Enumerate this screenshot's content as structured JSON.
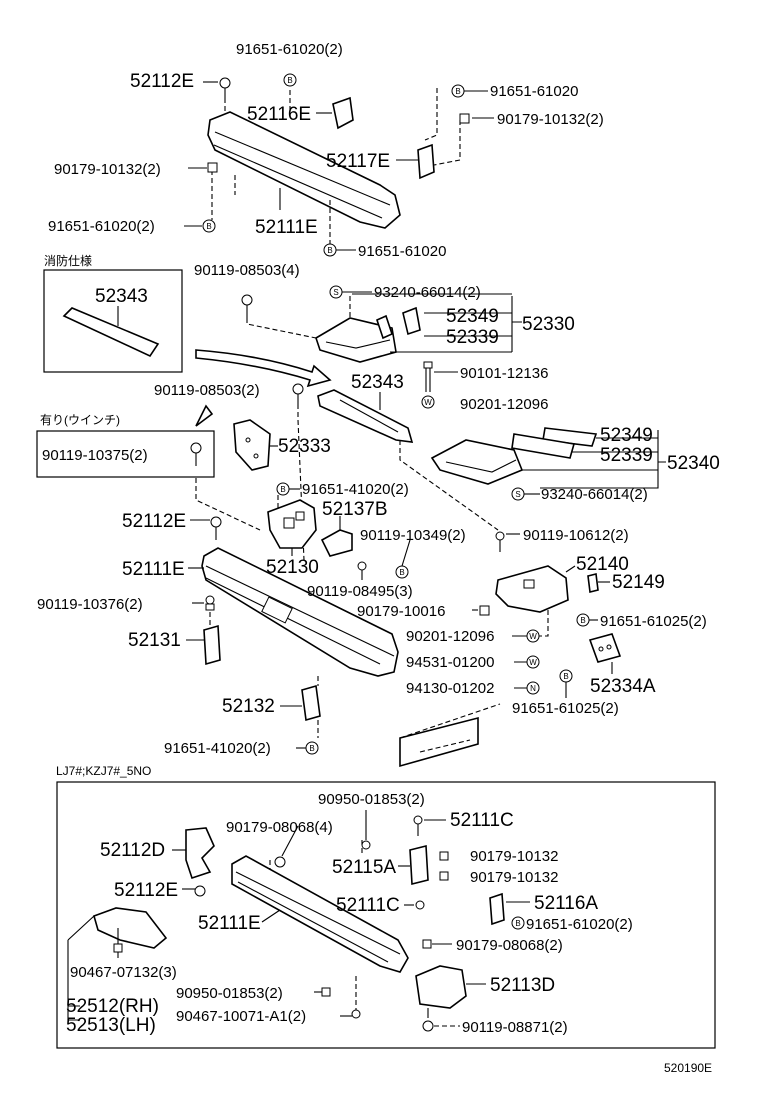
{
  "labels": {
    "top_91651_61020_2": "91651-61020(2)",
    "top_52112E": "52112E",
    "top_52116E": "52116E",
    "top_91651_61020_r": "91651-61020",
    "top_90179_10132_2_r": "90179-10132(2)",
    "top_52117E": "52117E",
    "top_90179_10132_2_l": "90179-10132(2)",
    "top_52111E": "52111E",
    "top_91651_61020_2_l": "91651-61020(2)",
    "top_91651_61020_b": "91651-61020",
    "fire_caption": "消防仕様",
    "fire_52343": "52343",
    "mid_90119_08503_4": "90119-08503(4)",
    "mid_93240_66014_2": "93240-66014(2)",
    "mid_52349_a": "52349",
    "mid_52339_a": "52339",
    "mid_52330": "52330",
    "mid_90101_12136": "90101-12136",
    "mid_52343": "52343",
    "mid_90119_08503_2": "90119-08503(2)",
    "mid_90201_12096": "90201-12096",
    "winch_caption": "有り(ウインチ)",
    "winch_90119_10375_2": "90119-10375(2)",
    "mid_52333": "52333",
    "mid_52349_b": "52349",
    "mid_52339_b": "52339",
    "mid_52340": "52340",
    "mid_91651_41020_2": "91651-41020(2)",
    "mid_93240_66014_2_b": "93240-66014(2)",
    "mid_52137B": "52137B",
    "mid_52112E": "52112E",
    "mid_90119_10349_2": "90119-10349(2)",
    "mid_90119_10612_2": "90119-10612(2)",
    "mid_52130": "52130",
    "mid_52140": "52140",
    "mid_52111E": "52111E",
    "mid_52149": "52149",
    "mid_90119_08495_3": "90119-08495(3)",
    "mid_90119_10376_2": "90119-10376(2)",
    "mid_90179_10016": "90179-10016",
    "mid_91651_61025_2_a": "91651-61025(2)",
    "mid_52131": "52131",
    "mid_90201_12096_b": "90201-12096",
    "mid_94531_01200": "94531-01200",
    "mid_52334A": "52334A",
    "mid_94130_01202": "94130-01202",
    "mid_91651_61025_2_b": "91651-61025(2)",
    "mid_52132": "52132",
    "mid_91651_41020_2_b": "91651-41020(2)",
    "section_caption": "LJ7#;KZJ7#_5NO",
    "bot_90950_01853_2": "90950-01853(2)",
    "bot_90179_08068_4": "90179-08068(4)",
    "bot_52111C_a": "52111C",
    "bot_52112D": "52112D",
    "bot_52115A": "52115A",
    "bot_90179_10132_a": "90179-10132",
    "bot_90179_10132_b": "90179-10132",
    "bot_52112E": "52112E",
    "bot_52111C_b": "52111C",
    "bot_52116A": "52116A",
    "bot_91651_61020_2": "91651-61020(2)",
    "bot_52111E": "52111E",
    "bot_90179_08068_2": "90179-08068(2)",
    "bot_90467_07132_3": "90467-07132(3)",
    "bot_52113D": "52113D",
    "bot_52512_RH": "52512(RH)",
    "bot_90950_01853_2_b": "90950-01853(2)",
    "bot_52513_LH": "52513(LH)",
    "bot_90467_10071_A1_2": "90467-10071-A1(2)",
    "bot_90119_08871_2": "90119-08871(2)",
    "figure_code": "520190E"
  },
  "symbols": {
    "bolt_B": "B",
    "screw_S": "S",
    "washer_W": "W",
    "nut_N": "N"
  }
}
